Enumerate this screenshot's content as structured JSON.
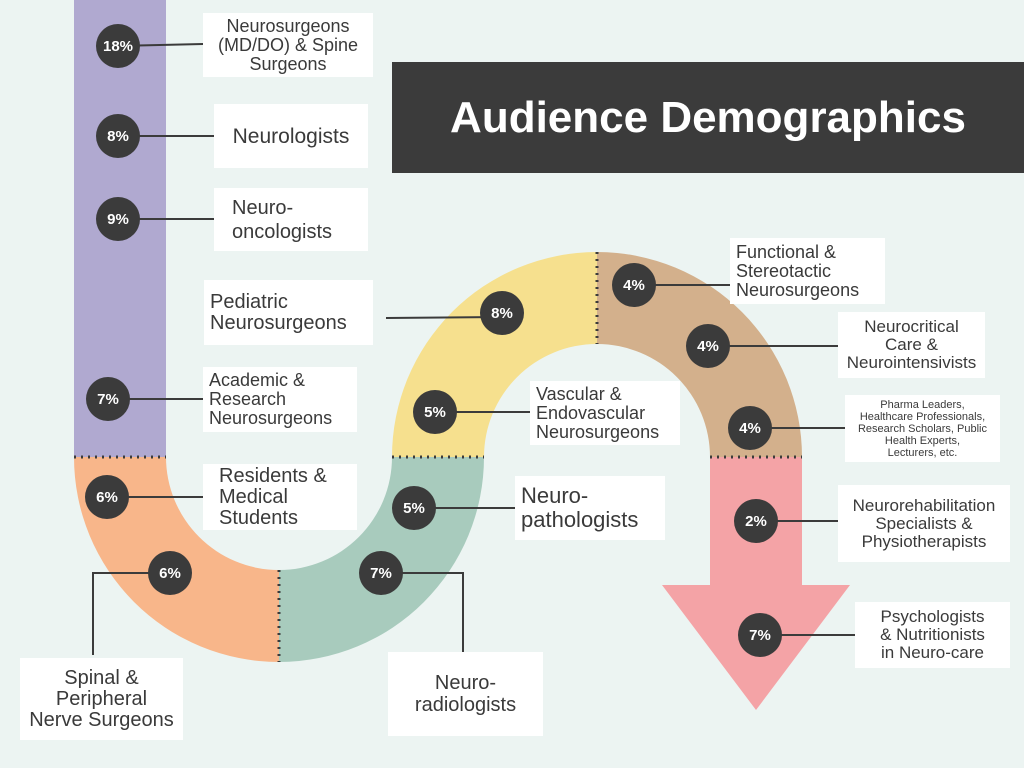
{
  "title": "Audience Demographics",
  "colors": {
    "background": "#ecf4f2",
    "purple": "#b0a9d0",
    "orange": "#f8b68a",
    "green": "#a8cbbd",
    "yellow": "#f6e08e",
    "tan": "#d3b08c",
    "pink": "#f4a3a6",
    "circle": "#3b3b3b"
  },
  "segments": [
    {
      "percent": "18%",
      "label": "Neurosurgeons\n(MD/DO) & Spine\nSurgeons"
    },
    {
      "percent": "8%",
      "label": "Neurologists"
    },
    {
      "percent": "9%",
      "label": "Neuro-\noncologists"
    },
    {
      "percent": "7%",
      "label": "Academic &\nResearch\nNeurosurgeons"
    },
    {
      "percent": "6%",
      "label": "Residents &\nMedical\nStudents"
    },
    {
      "percent": "6%",
      "label": "Spinal &\nPeripheral\nNerve Surgeons"
    },
    {
      "percent": "7%",
      "label": "Neuro-\nradiologists"
    },
    {
      "percent": "5%",
      "label": "Neuro-\npathologists"
    },
    {
      "percent": "5%",
      "label": "Vascular &\nEndovascular\nNeurosurgeons"
    },
    {
      "percent": "8%",
      "label": "Pediatric\nNeurosurgeons"
    },
    {
      "percent": "4%",
      "label": "Functional &\nStereotactic\nNeurosurgeons"
    },
    {
      "percent": "4%",
      "label": "Neurocritical\nCare &\nNeurointensivists"
    },
    {
      "percent": "4%",
      "label": "Pharma Leaders,\nHealthcare Professionals,\nResearch Scholars, Public\nHealth Experts,\nLecturers, etc."
    },
    {
      "percent": "2%",
      "label": "Neurorehabilitation\nSpecialists &\nPhysiotherapists"
    },
    {
      "percent": "7%",
      "label": "Psychologists\n& Nutritionists\nin Neuro-care"
    }
  ]
}
